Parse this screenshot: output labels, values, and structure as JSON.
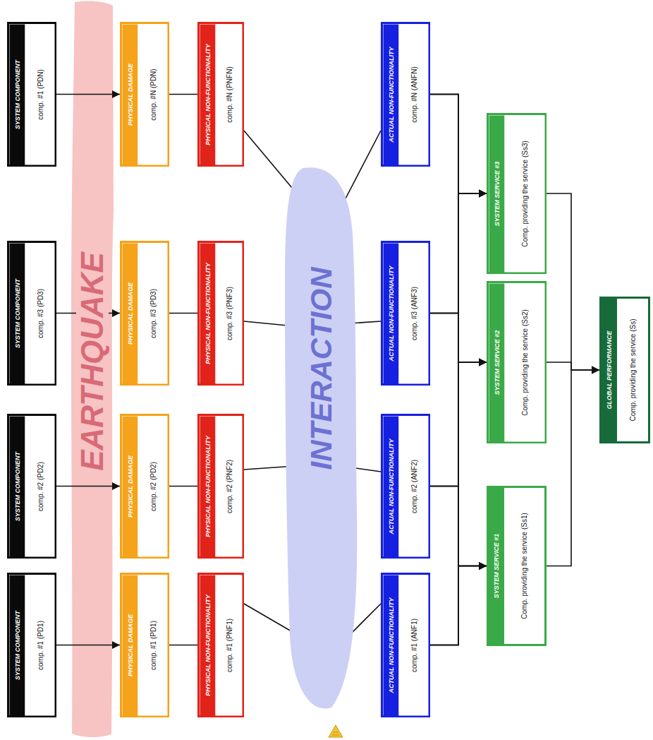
{
  "diagram": {
    "nodes": [
      {
        "text": [
          "SYSTEM COMPONENT",
          "comp. #1 (PD1)"
        ]
      },
      {
        "text": [
          "SYSTEM COMPONENT",
          "comp. #2 (PD2)"
        ]
      },
      {
        "text": [
          "SYSTEM COMPONENT",
          "comp. #3 (PD3)"
        ]
      },
      {
        "text": [
          "SYSTEM COMPONENT",
          "comp. #1 (PDN)"
        ]
      },
      {
        "text": [
          "PHYSICAL DAMAGE",
          "comp. #1 (PD1)"
        ]
      },
      {
        "text": [
          "PHYSICAL DAMAGE",
          "comp. #2 (PD2)"
        ]
      },
      {
        "text": [
          "PHYSICAL DAMAGE",
          "comp. #3 (PD3)"
        ]
      },
      {
        "text": [
          "PHYSICAL DAMAGE",
          "comp. #N (PDN)"
        ]
      },
      {
        "text": [
          "PHYSICAL NON-FUNCTIONALITY",
          "comp. #1 (PNF1)"
        ]
      },
      {
        "text": [
          "PHYSICAL NON-FUNCTIONALITY",
          "comp. #2 (PNF2)"
        ]
      },
      {
        "text": [
          "PHYSICAL NON-FUNCTIONALITY",
          "comp. #3 (PNF3)"
        ]
      },
      {
        "text": [
          "PHYSICAL NON-FUNCTIONALITY",
          "comp. #N (PNFN)"
        ]
      },
      {
        "text": [
          "ACTUAL NON-FUNCTIONALITY",
          "comp. #1 (ANF1)"
        ]
      },
      {
        "text": [
          "ACTUAL NON-FUNCTIONALITY",
          "comp. #2 (ANF2)"
        ]
      },
      {
        "text": [
          "ACTUAL NON-FUNCTIONALITY",
          "comp. #3 (ANF3)"
        ]
      },
      {
        "text": [
          "ACTUAL NON-FUNCTIONALITY",
          "comp. #N (ANFN)"
        ]
      },
      {
        "text": [
          "SYSTEM SERVICE #1",
          "Comp. providing the service (Ss1)"
        ]
      },
      {
        "text": [
          "SYSTEM SERVICE #2",
          "Comp. providing the service (Ss2)"
        ]
      },
      {
        "text": [
          "SYSTEM SERVICE #3",
          "Comp. providing the service (Ss3)"
        ]
      },
      {
        "text": [
          "GLOBAL PERFORMANCE",
          "Comp. providing the service (Ss)"
        ]
      }
    ],
    "edges": [
      {
        "from": 0,
        "to": 4,
        "arrow": "to"
      },
      {
        "from": 1,
        "to": 5,
        "arrow": "to"
      },
      {
        "from": 2,
        "to": 6,
        "arrow": "to"
      },
      {
        "from": 3,
        "to": 7,
        "arrow": "to"
      },
      {
        "from": 4,
        "to": 8,
        "arrow": "none"
      },
      {
        "from": 5,
        "to": 9,
        "arrow": "none"
      },
      {
        "from": 6,
        "to": 10,
        "arrow": "none"
      },
      {
        "from": 7,
        "to": 11,
        "arrow": "none"
      },
      {
        "from": 8,
        "to": 12,
        "arrow": "none"
      },
      {
        "from": 9,
        "to": 13,
        "arrow": "none"
      },
      {
        "from": 10,
        "to": 14,
        "arrow": "none"
      },
      {
        "from": 11,
        "to": 15,
        "arrow": "none"
      },
      {
        "from": 12,
        "to": 16,
        "arrow": "to"
      },
      {
        "from": 12,
        "to": 17,
        "arrow": "to"
      },
      {
        "from": 12,
        "to": 18,
        "arrow": "to"
      },
      {
        "from": 13,
        "to": 16,
        "arrow": "to"
      },
      {
        "from": 13,
        "to": 17,
        "arrow": "to"
      },
      {
        "from": 13,
        "to": 18,
        "arrow": "to"
      },
      {
        "from": 14,
        "to": 16,
        "arrow": "to"
      },
      {
        "from": 14,
        "to": 17,
        "arrow": "to"
      },
      {
        "from": 14,
        "to": 18,
        "arrow": "to"
      },
      {
        "from": 15,
        "to": 16,
        "arrow": "to"
      },
      {
        "from": 15,
        "to": 17,
        "arrow": "to"
      },
      {
        "from": 15,
        "to": 18,
        "arrow": "to"
      },
      {
        "from": 16,
        "to": 19,
        "arrow": "to"
      },
      {
        "from": 17,
        "to": 19,
        "arrow": "to"
      },
      {
        "from": 18,
        "to": 19,
        "arrow": "to"
      }
    ],
    "labels": [
      "EARTHQUAKE",
      "INTERACTION"
    ]
  }
}
